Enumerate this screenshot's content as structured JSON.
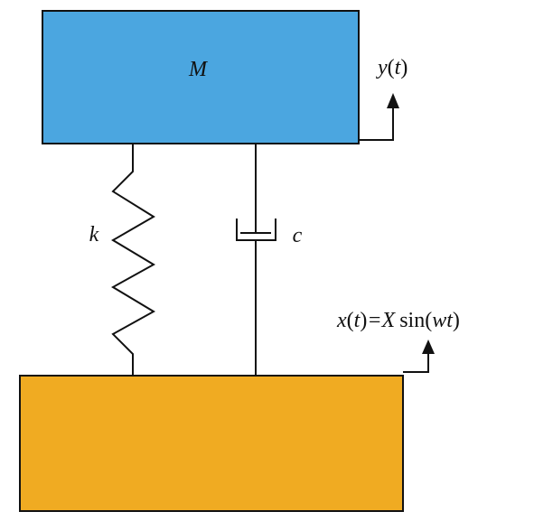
{
  "colors": {
    "mass": "#4ba6e0",
    "base": "#f0ab22",
    "line": "#111111"
  },
  "labels": {
    "mass": "M",
    "spring": "k",
    "damper": "c",
    "output_var": "y",
    "output_arg": "t",
    "input_lhs_var": "x",
    "input_arg_t": "t",
    "input_eq_amp": "=X",
    "input_fn": "sin",
    "input_w": "w",
    "input_t2": "t"
  }
}
